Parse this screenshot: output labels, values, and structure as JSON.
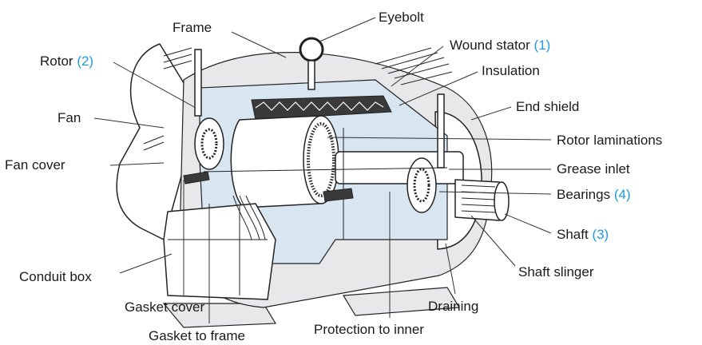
{
  "labels": {
    "frame": "Frame",
    "eyebolt": "Eyebolt",
    "wound_stator": "Wound stator",
    "wound_stator_num": "(1)",
    "insulation": "Insulation",
    "rotor": "Rotor",
    "rotor_num": "(2)",
    "end_shield": "End shield",
    "fan": "Fan",
    "rotor_laminations": "Rotor laminations",
    "fan_cover": "Fan cover",
    "grease_inlet": "Grease inlet",
    "bearings": "Bearings",
    "bearings_num": "(4)",
    "shaft": "Shaft",
    "shaft_num": "(3)",
    "shaft_slinger": "Shaft slinger",
    "conduit_box": "Conduit box",
    "gasket_cover": "Gasket cover",
    "draining": "Draining",
    "gasket_to_frame": "Gasket to frame",
    "protection_to_inner": "Protection to inner"
  },
  "colors": {
    "text": "#1a1a1a",
    "number_accent": "#1f9bd7",
    "cutaway_fill": "#d8e6f1",
    "body_fill": "#e8e8ea",
    "outline": "#222222"
  }
}
